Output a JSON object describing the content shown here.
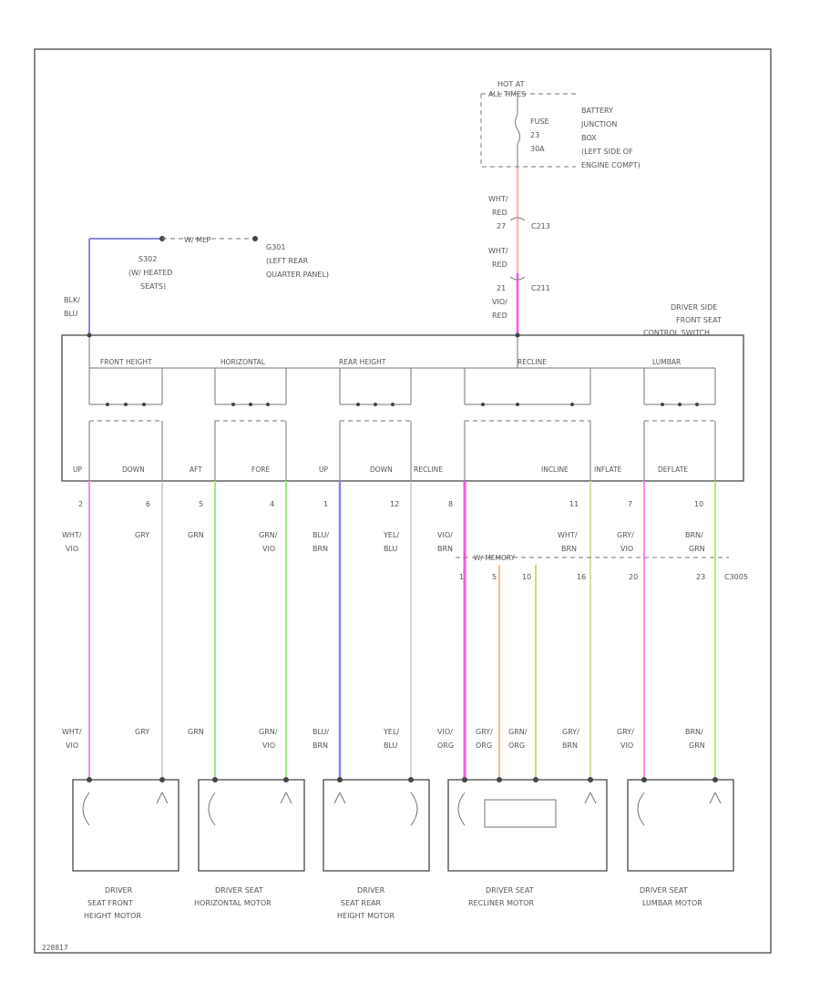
{
  "colors": {
    "pink": "#ff88ee",
    "gray": "#c8c8c8",
    "green": "#99ee77",
    "blue": "#8888ee",
    "magenta": "#ff55dd",
    "orange": "#ffbb88",
    "olive": "#ccdd66",
    "light_olive": "#ddddaa",
    "light_pink": "#ffbbbb",
    "green_yellow": "#bbee66"
  },
  "battery_box": {
    "hot_at": [
      "HOT AT",
      "ALL TIMES"
    ],
    "fuse": [
      "FUSE",
      "23",
      "30A"
    ],
    "description": [
      "BATTERY",
      "JUNCTION",
      "BOX",
      "(LEFT SIDE OF",
      "ENGINE COMPT)"
    ]
  },
  "feed_wire": {
    "w1": [
      "WHT/",
      "RED"
    ],
    "c1_pin": "27",
    "c1": "C213",
    "w2": [
      "WHT/",
      "RED"
    ],
    "c2_pin": "21",
    "c2": "C211",
    "w3": [
      "VIO/",
      "RED"
    ]
  },
  "ground": {
    "wire": [
      "BLK/",
      "BLU"
    ],
    "s302_label": "S302",
    "s302_desc": [
      "(W/ HEATED",
      "SEATS)"
    ],
    "splice_text": "W/ MLP",
    "g301": [
      "G301",
      "(LEFT REAR",
      "QUARTER PANEL)"
    ]
  },
  "control_switch": {
    "title": [
      "DRIVER SIDE",
      "FRONT SEAT",
      "CONTROL SWITCH"
    ],
    "sections": [
      "FRONT HEIGHT",
      "HORIZONTAL",
      "REAR HEIGHT",
      "RECLINE",
      "LUMBAR"
    ],
    "terminals": [
      "UP",
      "DOWN",
      "AFT",
      "FORE",
      "UP",
      "DOWN",
      "RECLINE",
      "INCLINE",
      "INFLATE",
      "DEFLATE"
    ]
  },
  "switch_pins": [
    "2",
    "6",
    "5",
    "4",
    "1",
    "12",
    "8",
    "11",
    "7",
    "10"
  ],
  "switch_wires": [
    [
      "WHT/",
      "VIO"
    ],
    [
      "GRY"
    ],
    [
      "GRN"
    ],
    [
      "GRN/",
      "VIO"
    ],
    [
      "BLU/",
      "BRN"
    ],
    [
      "YEL/",
      "BLU"
    ],
    [
      "VIO/",
      "BRN"
    ],
    [
      "WHT/",
      "BRN"
    ],
    [
      "GRY/",
      "VIO"
    ],
    [
      "BRN/",
      "GRN"
    ]
  ],
  "recliner_connector": {
    "label": "W/ MEMORY",
    "pins": [
      "1",
      "5",
      "10",
      "16",
      "20",
      "23"
    ],
    "connector": "C3005"
  },
  "motor_wires": [
    [
      "WHT/",
      "VIO"
    ],
    [
      "GRY"
    ],
    [
      "GRN"
    ],
    [
      "GRN/",
      "VIO"
    ],
    [
      "BLU/",
      "BRN"
    ],
    [
      "YEL/",
      "BLU"
    ],
    [
      "VIO/",
      "ORG"
    ],
    [
      "GRY/",
      "ORG"
    ],
    [
      "GRN/",
      "ORG"
    ],
    [
      "GRY/",
      "BRN"
    ],
    [
      "GRY/",
      "VIO"
    ],
    [
      "BRN/",
      "GRN"
    ]
  ],
  "motors": [
    [
      "DRIVER",
      "SEAT FRONT",
      "HEIGHT MOTOR"
    ],
    [
      "DRIVER SEAT",
      "HORIZONTAL MOTOR"
    ],
    [
      "DRIVER",
      "SEAT REAR",
      "HEIGHT MOTOR"
    ],
    [
      "DRIVER SEAT",
      "RECLINER MOTOR"
    ],
    [
      "DRIVER SEAT",
      "LUMBAR MOTOR"
    ]
  ],
  "figure_id": "228817"
}
